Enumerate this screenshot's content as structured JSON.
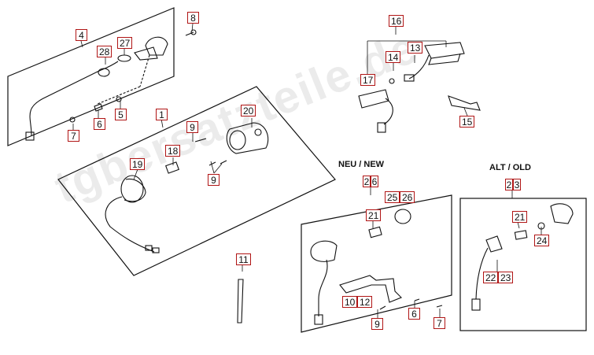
{
  "labels": {
    "new_group": "NEU / NEW",
    "old_group": "ALT / OLD",
    "watermark": "tgbersatzteile.de"
  },
  "callouts": {
    "c8": "8",
    "c4": "4",
    "c27": "27",
    "c28": "28",
    "c5": "5",
    "c6a": "6",
    "c7a": "7",
    "c1": "1",
    "c20": "20",
    "c9a": "9",
    "c18": "18",
    "c9b": "9",
    "c19": "19",
    "c16": "16",
    "c13": "13",
    "c14": "14",
    "c17": "17",
    "c15": "15",
    "c26a_2": "2",
    "c26a_6": "6",
    "c25": "25",
    "c26": "26",
    "c21a": "21",
    "c10": "10",
    "c12": "12",
    "c9c": "9",
    "c6b": "6",
    "c7b": "7",
    "c23_2": "2",
    "c23_3": "3",
    "c21b": "21",
    "c24": "24",
    "c22": "22",
    "c23": "23",
    "c11": "11"
  },
  "colors": {
    "callout_border": "#b01515",
    "line": "#111111"
  }
}
